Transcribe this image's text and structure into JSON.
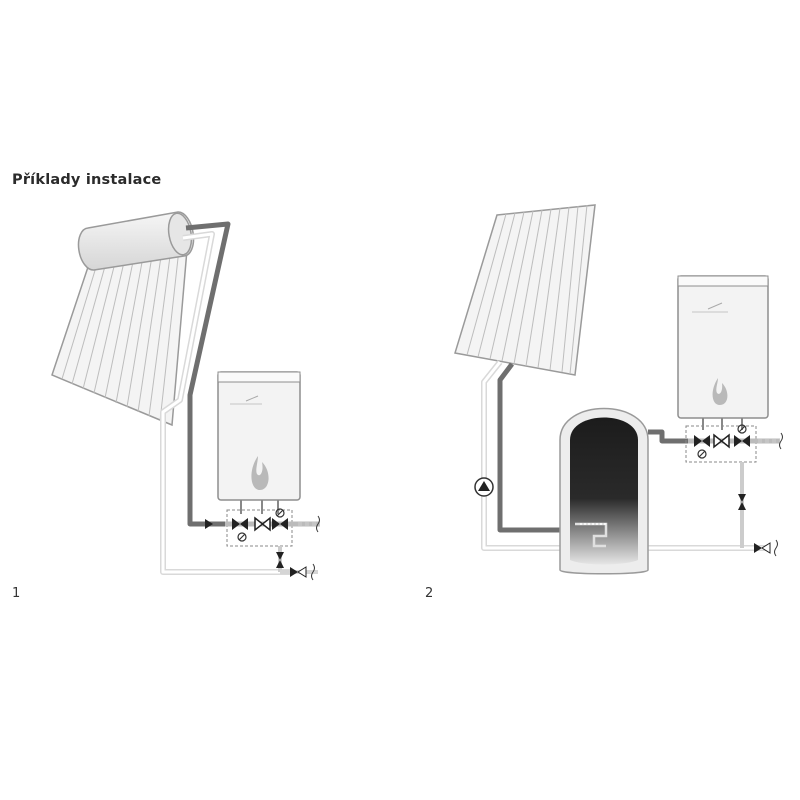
{
  "page": {
    "title": "Příklady instalace",
    "figures": [
      {
        "number": "1"
      },
      {
        "number": "2"
      }
    ]
  },
  "colors": {
    "pipe_dark": "#6f6f6f",
    "pipe_light": "#e4e4e4",
    "panel": "#f2f2f2",
    "panel_stroke": "#8a8a8a",
    "flame": "#b9b9b9",
    "valve": "#222222"
  },
  "icons": [
    "solar-collector-icon",
    "boiler-icon",
    "flame-icon",
    "valve-icon",
    "pump-icon",
    "tank-icon"
  ]
}
